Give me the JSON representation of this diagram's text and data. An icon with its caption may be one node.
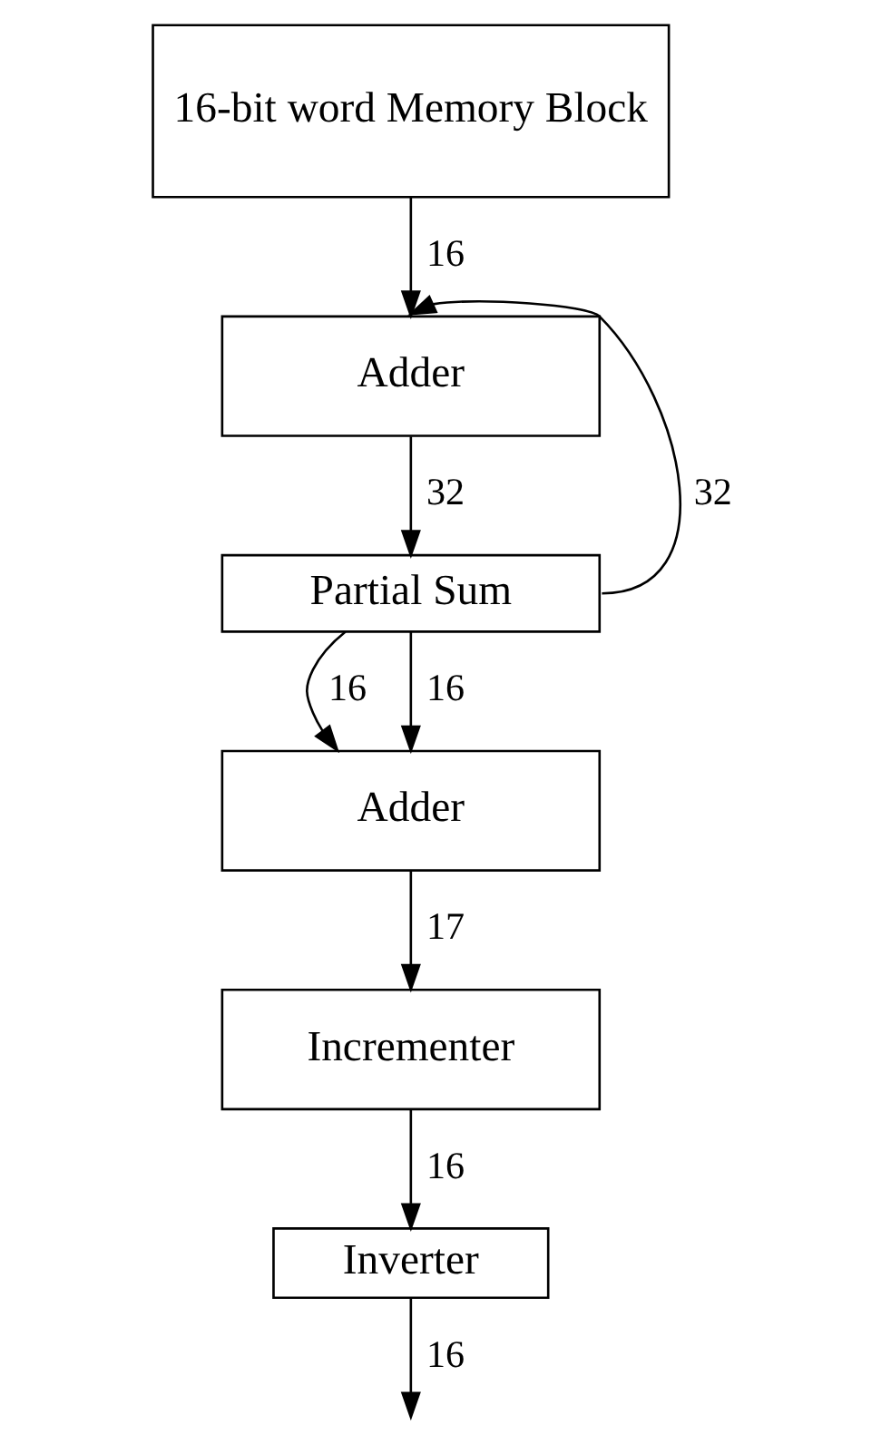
{
  "diagram": {
    "nodes": [
      {
        "text": [
          "16-bit word Memory Block"
        ]
      },
      {
        "text": [
          "Adder"
        ]
      },
      {
        "text": [
          "Partial Sum"
        ]
      },
      {
        "text": [
          "Adder"
        ]
      },
      {
        "text": [
          "Incrementer"
        ]
      },
      {
        "text": [
          "Inverter"
        ]
      }
    ],
    "edges": [
      {
        "from": 0,
        "to": 1,
        "arrow": "to",
        "label": "16"
      },
      {
        "from": 2,
        "to": 1,
        "arrow": "to",
        "label": "32"
      },
      {
        "from": 1,
        "to": 2,
        "arrow": "to",
        "label": "32"
      },
      {
        "from": 2,
        "to": 3,
        "arrow": "to",
        "label": "16"
      },
      {
        "from": 2,
        "to": 3,
        "arrow": "to",
        "label": "16"
      },
      {
        "from": 3,
        "to": 4,
        "arrow": "to",
        "label": "17"
      },
      {
        "from": 4,
        "to": 5,
        "arrow": "to",
        "label": "16"
      },
      {
        "from": 5,
        "to": null,
        "arrow": "to",
        "label": "16"
      }
    ]
  }
}
